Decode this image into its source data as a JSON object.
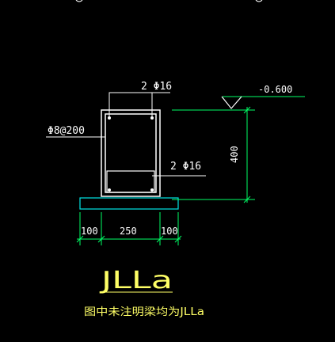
{
  "drawing": {
    "top_rebar_label": "2 Φ16",
    "stirrup_label": "Φ8@200",
    "bottom_rebar_label": "2 Φ16",
    "elevation_label": "-0.600",
    "height_dim": "400",
    "dim_left": "100",
    "dim_mid": "250",
    "dim_right": "100",
    "beam_id": "JLLa",
    "note": "图中未注明梁均为JLLa"
  },
  "colors": {
    "background": "#000000",
    "outline": "#ffffff",
    "dimension": "#00ff66",
    "foundation": "#00e5e5",
    "text_white": "#ffffff",
    "text_yellow": "#ffff66"
  }
}
